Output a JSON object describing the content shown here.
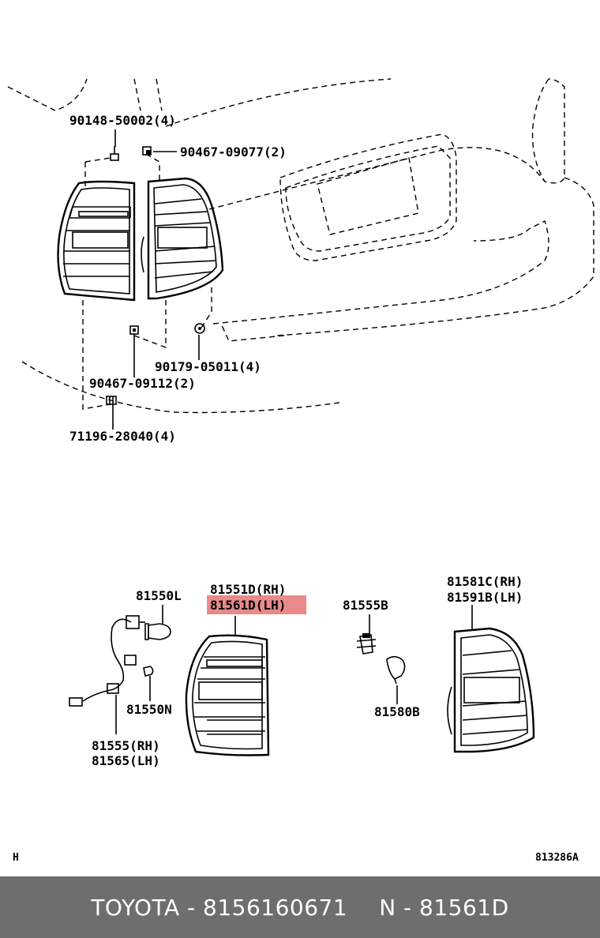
{
  "labels": {
    "p90148": "90148-50002(4)",
    "p90467a": "90467-09077(2)",
    "p90179": "90179-05011(4)",
    "p90467b": "90467-09112(2)",
    "p71196": "71196-28040(4)",
    "p81550L": "81550L",
    "p81551D": "81551D(RH)",
    "p81561D": "81561D(LH)",
    "p81555B": "81555B",
    "p81581C": "81581C(RH)",
    "p81591B": "81591B(LH)",
    "p81550N": "81550N",
    "p81580B": "81580B",
    "p81555": "81555(RH)",
    "p81565": "81565(LH)",
    "corner_h": "H",
    "ref": "813286A"
  },
  "highlight_color": "#e88a8a",
  "footer": {
    "left": "TOYOTA - 8156160671",
    "right": "N - 81561D"
  }
}
